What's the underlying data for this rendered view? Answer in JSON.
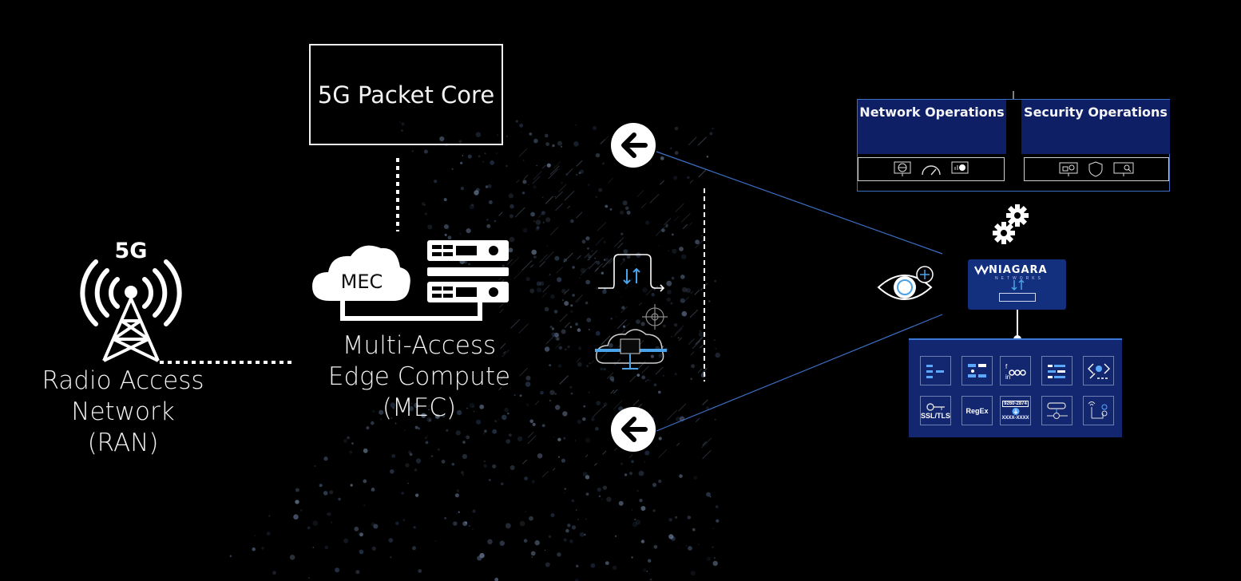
{
  "core": {
    "label": "5G Packet Core"
  },
  "ran": {
    "badge": "5G",
    "label_lines": [
      "Radio Access",
      "Network",
      "(RAN)"
    ]
  },
  "mec": {
    "cloud_label": "MEC",
    "label_lines": [
      "Multi-Access",
      "Edge Compute",
      "(MEC)"
    ]
  },
  "ops": {
    "network": {
      "title": "Network Operations",
      "icons": [
        "globe-monitor-icon",
        "speedometer-icon",
        "chart-monitor-icon"
      ]
    },
    "security": {
      "title": "Security Operations",
      "icons": [
        "lock-search-icon",
        "shield-icon",
        "search-monitor-icon"
      ]
    }
  },
  "niagara": {
    "name": "NIAGARA",
    "sub": "NETWORKS"
  },
  "tiles": {
    "row1": [
      "filter-icon",
      "dedup-icon",
      "social-icon",
      "slicing-icon",
      "code-icon"
    ],
    "row2": [
      {
        "icon": "key-icon",
        "text": "SSL/TLS"
      },
      {
        "icon": "regex-icon",
        "text": "RegEx"
      },
      {
        "icon": "masking-icon",
        "text": "9260-2874",
        "text2": "XXXX-XXXX"
      },
      {
        "icon": "tunnel-icon",
        "text": ""
      },
      {
        "icon": "wireless-flow-icon",
        "text": ""
      }
    ]
  },
  "colors": {
    "background": "#000000",
    "panel_navy": "#13307f",
    "accent_blue": "#3a78d8",
    "link_line": "#3b6fc4"
  }
}
